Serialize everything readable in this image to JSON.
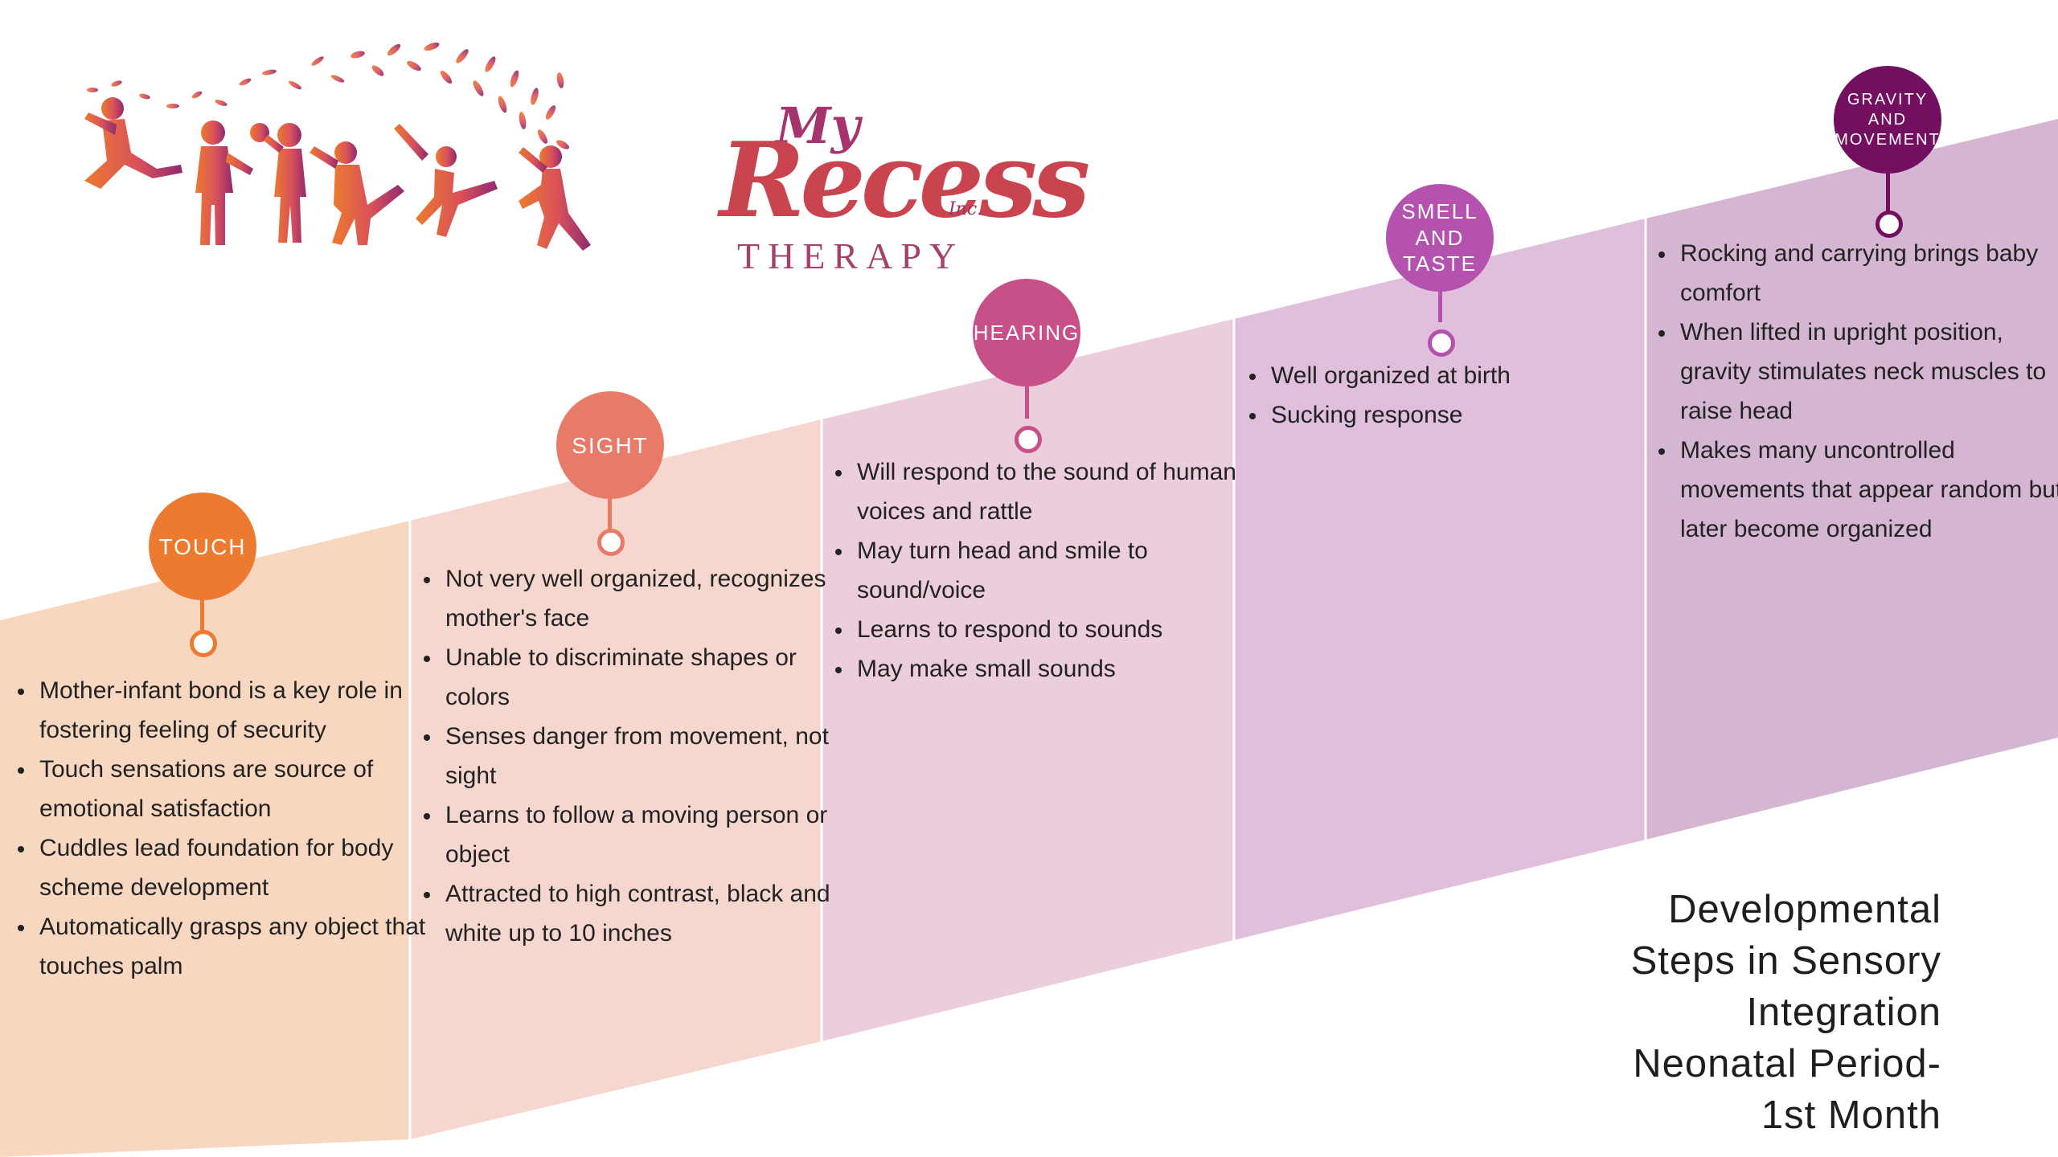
{
  "brand": {
    "my": "My",
    "recess": "Recess",
    "inc": "Inc.",
    "therapy": "THERAPY"
  },
  "stages": [
    {
      "label": "TOUCH",
      "color": "#ec7a2f",
      "band_color": "#f8d7c1",
      "items": [
        "Mother-infant bond is a key role in fostering feeling of security",
        "Touch sensations are source of emotional satisfaction",
        "Cuddles lead foundation for body scheme development",
        "Automatically grasps any object that touches palm"
      ]
    },
    {
      "label": "SIGHT",
      "color": "#e87b68",
      "band_color": "#f6d7d0",
      "items": [
        "Not very well organized, recognizes mother's face",
        "Unable to discriminate shapes or colors",
        "Senses danger from movement, not sight",
        "Learns to follow a moving person or object",
        "Attracted to high contrast, black and white up to 10 inches"
      ]
    },
    {
      "label": "HEARING",
      "color": "#c85089",
      "band_color": "#eccddb",
      "items": [
        "Will respond to the sound of human voices and rattle",
        "May turn head and smile to sound/voice",
        "Learns to respond to sounds",
        "May make small sounds"
      ]
    },
    {
      "label": "SMELL\nAND\nTASTE",
      "color": "#b552b0",
      "band_color": "#dfbfdc",
      "items": [
        "Well organized at birth",
        "Sucking response"
      ]
    },
    {
      "label": "GRAVITY\nAND\nMOVEMENT",
      "color": "#720f5e",
      "band_color": "#d5b6d2",
      "items": [
        "Rocking and carrying brings baby comfort",
        "When lifted in upright position, gravity stimulates neck muscles to raise head",
        "Makes many uncontrolled movements that appear random but later become organized"
      ]
    }
  ],
  "title_lines": [
    "Developmental",
    "Steps in Sensory",
    "Integration",
    "Neonatal Period-",
    "1st Month"
  ]
}
